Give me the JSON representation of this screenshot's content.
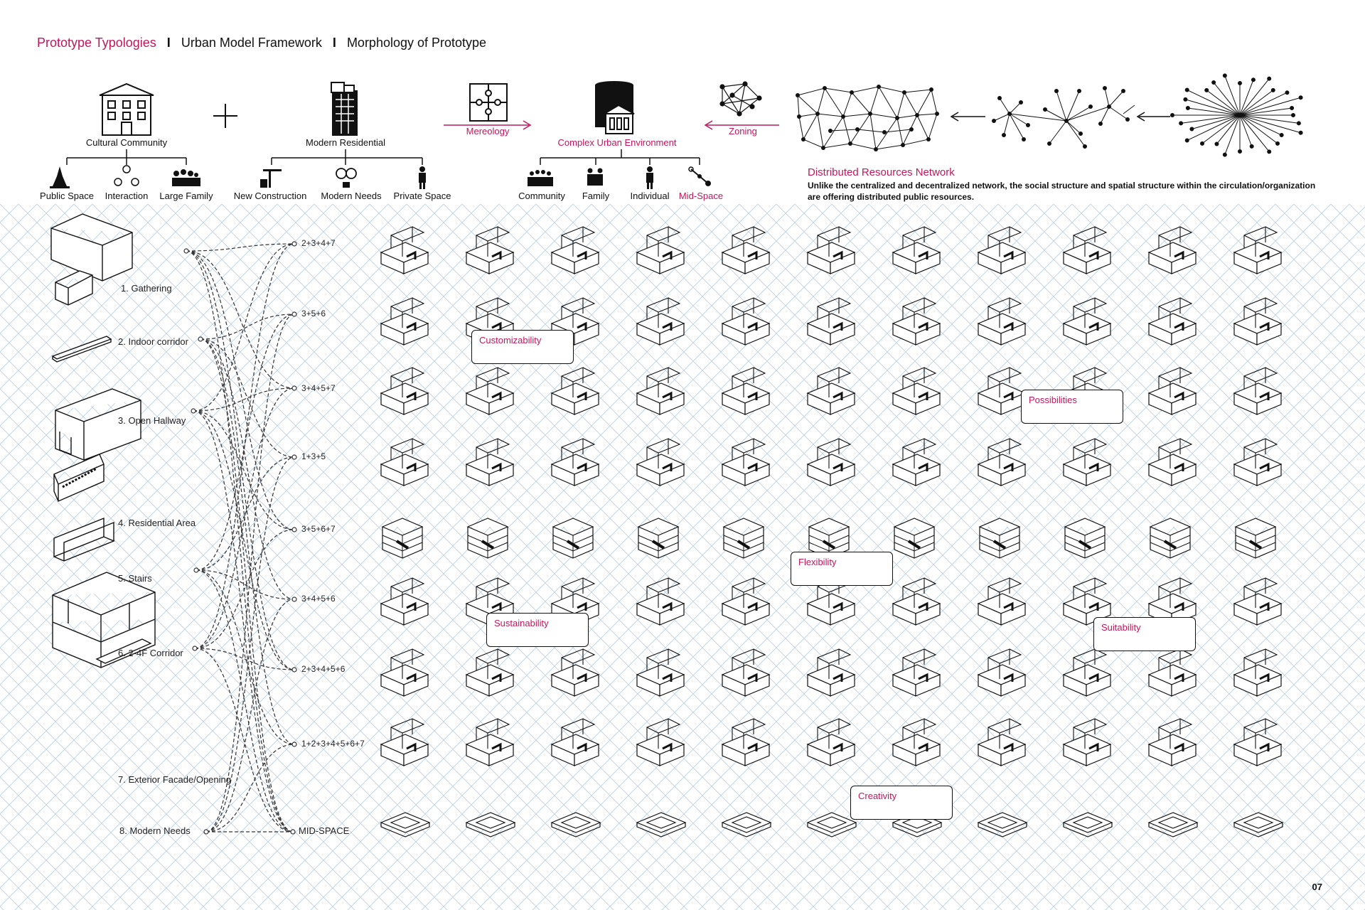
{
  "header": {
    "part1": "Prototype Typologies",
    "part2": "Urban Model Framework",
    "part3": "Morphology of Prototype",
    "separator": "I"
  },
  "top": {
    "cultural_community": "Cultural Community",
    "modern_residential": "Modern Residential",
    "complex_urban": "Complex Urban Environment",
    "mereology": "Mereology",
    "zoning": "Zoning",
    "sub_cultural": [
      "Public Space",
      "Interaction",
      "Large Family"
    ],
    "sub_residential": [
      "New Construction",
      "Modern Needs",
      "Private Space"
    ],
    "sub_complex": [
      "Community",
      "Family",
      "Individual",
      "Mid-Space"
    ]
  },
  "network": {
    "title": "Distributed Resources Network",
    "description": "Unlike the centralized and decentralized network, the social structure and spatial structure within the circulation/organization are offering distributed public resources."
  },
  "elements": [
    "1. Gathering",
    "2. Indoor corridor",
    "3. Open Hallway",
    "4. Residential Area",
    "5. Stairs",
    "6. 2-4F Corridor",
    "7. Exterior Facade/Opening",
    "8. Modern Needs"
  ],
  "combinations": [
    "2+3+4+7",
    "3+5+6",
    "3+4+5+7",
    "1+3+5",
    "3+5+6+7",
    "3+4+5+6",
    "2+3+4+5+6",
    "1+2+3+4+5+6+7",
    "MID-SPACE"
  ],
  "callouts": [
    "Customizability",
    "Possibilities",
    "Flexibility",
    "Sustainability",
    "Suitability",
    "Creativity"
  ],
  "page_number": "07",
  "colors": {
    "accent": "#c2185b",
    "grid": "#b8cfe0",
    "ink": "#111111"
  }
}
